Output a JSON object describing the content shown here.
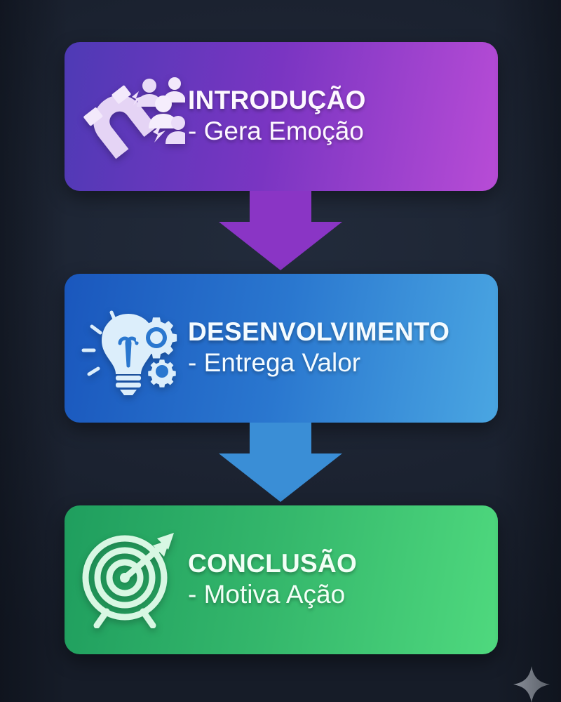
{
  "background_color": "#1b2230",
  "steps": [
    {
      "id": "introducao",
      "title": "INTRODUÇÃO",
      "subtitle": "- Gera Emoção",
      "icon": "magnet-attracting-people-icon",
      "gradient_from": "#4e3ab5",
      "gradient_to": "#b84cd6",
      "arrow_color": "#8a35c5",
      "has_arrow_below": true
    },
    {
      "id": "desenvolvimento",
      "title": "DESENVOLVIMENTO",
      "subtitle": "- Entrega Valor",
      "icon": "lightbulb-gears-icon",
      "gradient_from": "#1a57bd",
      "gradient_to": "#4aa6e2",
      "arrow_color": "#3a8ed6",
      "has_arrow_below": true
    },
    {
      "id": "conclusao",
      "title": "CONCLUSÃO",
      "subtitle": "- Motiva Ação",
      "icon": "target-arrow-icon",
      "gradient_from": "#1f9e5e",
      "gradient_to": "#4fd97e",
      "arrow_color": "",
      "has_arrow_below": false
    }
  ],
  "decoration": {
    "sparkle": "sparkle-icon",
    "sparkle_color": "#a0a6b0"
  }
}
